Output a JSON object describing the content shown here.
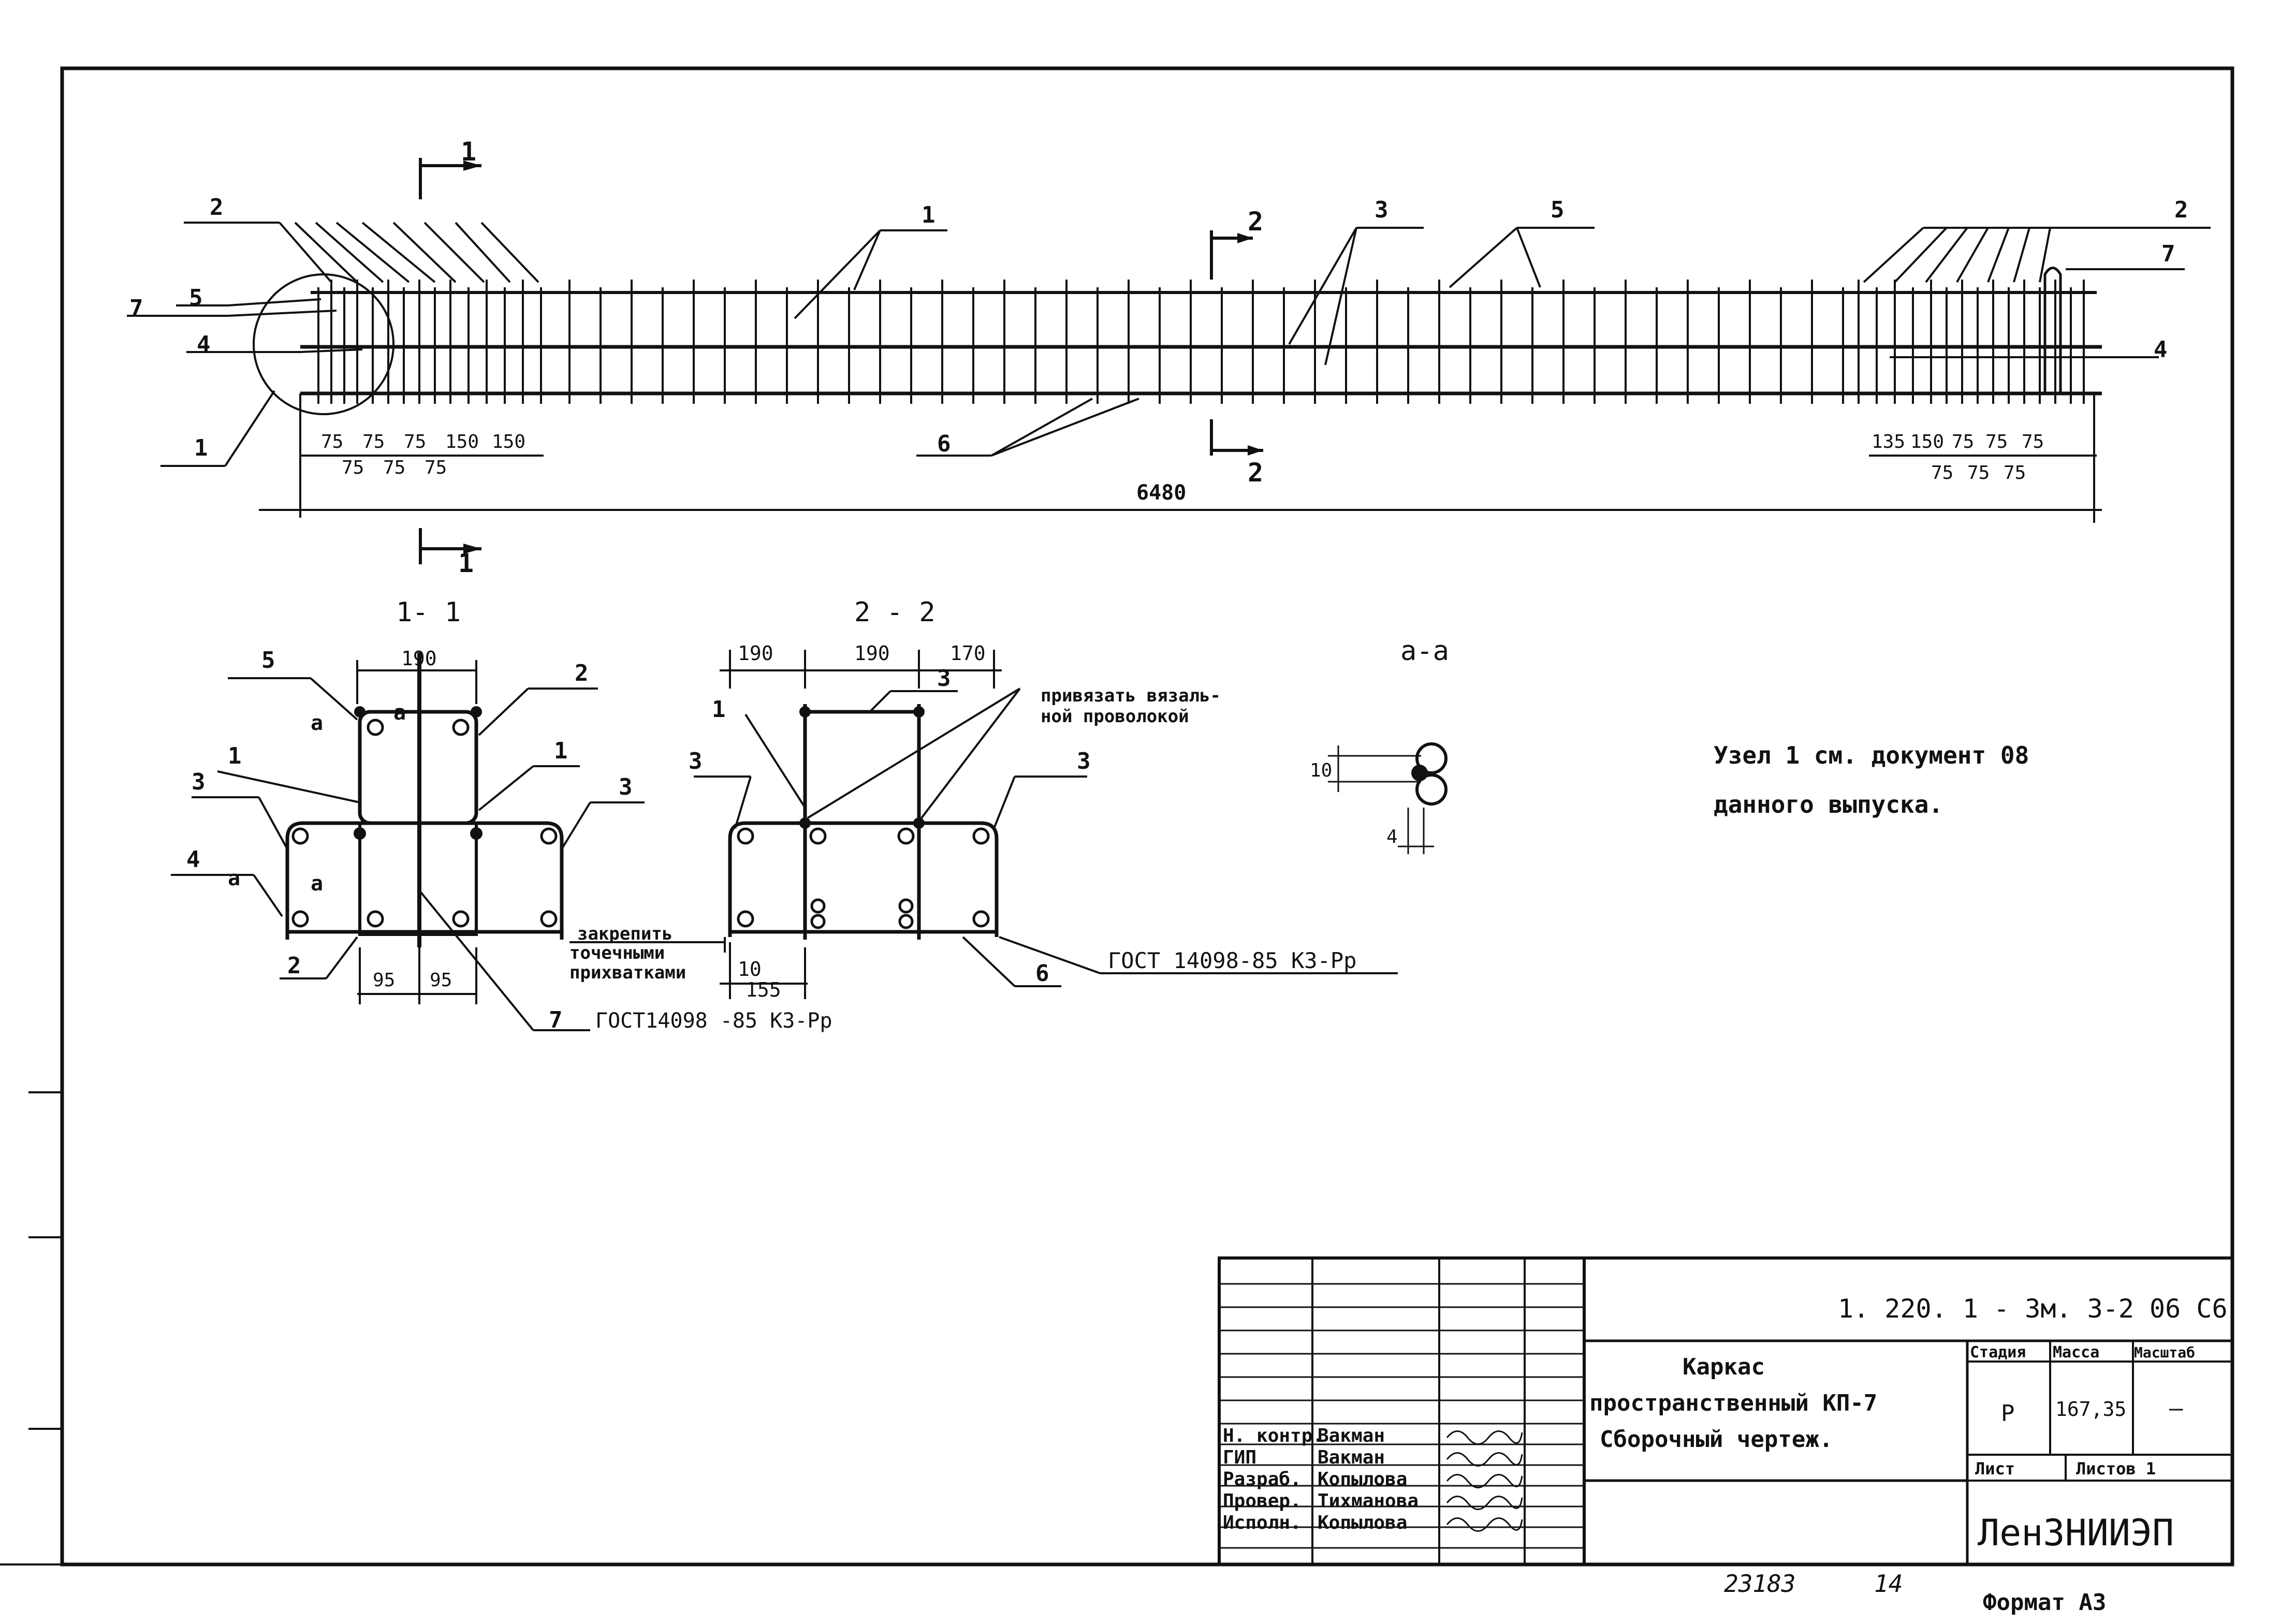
{
  "main_view": {
    "callouts": {
      "c1_left": "1",
      "c1_top": "1",
      "c2_left": "2",
      "c2_right": "2",
      "c3_top": "3",
      "c4_left": "4",
      "c4_right": "4",
      "c5_left": "5",
      "c5_top": "5",
      "c6_bottom": "6",
      "c7_left": "7",
      "c7_right": "7"
    },
    "dims_left_top": [
      "75",
      "75",
      "75",
      "150",
      "150"
    ],
    "dims_left_bottom": [
      "75",
      "75",
      "75"
    ],
    "dims_right_top": [
      "135",
      "150",
      "75",
      "75",
      "75"
    ],
    "dims_right_bottom": [
      "75",
      "75",
      "75"
    ],
    "overall_length": "6480",
    "section_1_top": "1",
    "section_1_bottom": "1",
    "section_2_top": "2",
    "section_2_bottom": "2"
  },
  "section_1_1": {
    "title": "1- 1",
    "width_top": "190",
    "width_bottom_left": "95",
    "width_bottom_right": "95",
    "callouts": {
      "c5": "5",
      "c2_top": "2",
      "c1_left": "1",
      "c1_right": "1",
      "c3_left": "3",
      "c3_right": "3",
      "c4": "4",
      "c2_bottom": "2",
      "c7": "7"
    },
    "node_marks": {
      "a1": "a",
      "a2": "a",
      "a3": "a",
      "a4": "a"
    },
    "gost_note": "ГОСТ14098 -85 К3-Рр"
  },
  "section_2_2": {
    "title": "2 - 2",
    "dims_top": [
      "190",
      "190",
      "170"
    ],
    "callouts": {
      "c3_top": "3",
      "c1": "1",
      "c3_left": "3",
      "c3_right": "3",
      "c6": "6"
    },
    "note_tie": [
      "привязать вязаль-",
      "ной проволокой"
    ],
    "note_weld": [
      "закрепить",
      "точечными",
      "прихватками"
    ],
    "dim_10": "10",
    "dim_155": "155",
    "gost_note": "ГОСТ 14098-85 К3-Рр"
  },
  "section_a_a": {
    "title": "а-а",
    "dim_10": "10",
    "dim_4": "4"
  },
  "node_note": [
    "Узел 1 см. документ 08",
    "данного выпуска."
  ],
  "title_block": {
    "doc_code": "1. 220. 1 - 3м.   3-2    06 С6",
    "title_lines": [
      "Каркас",
      "пространственный КП-7",
      "Сборочный чертеж."
    ],
    "stage_header": "Стадия",
    "mass_header": "Масса",
    "scale_header": "Масштаб",
    "stage_value": "Р",
    "mass_value": "167,35",
    "scale_value": "—",
    "sheet_label": "Лист",
    "sheets_label": "Листов 1",
    "organization": "ЛенЗНИИЭП",
    "roles": [
      {
        "role": "Н. контр.",
        "name": "Вакман"
      },
      {
        "role": "ГИП",
        "name": "Вакман"
      },
      {
        "role": "Разраб.",
        "name": "Копылова"
      },
      {
        "role": "Провер.",
        "name": "Тихманова"
      },
      {
        "role": "Исполн.",
        "name": "Копылова"
      }
    ]
  },
  "archive_number": "23183",
  "archive_sheet": "14",
  "format_label": "Формат А3"
}
